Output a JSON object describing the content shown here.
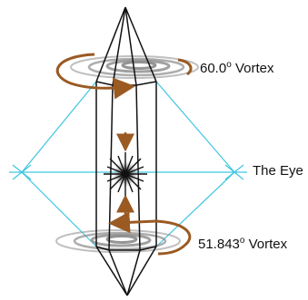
{
  "labels": {
    "top_vortex_angle": "60.0",
    "top_vortex_word": "Vortex",
    "eye": "The Eye",
    "bottom_vortex_angle": "51.843",
    "bottom_vortex_word": "Vortex",
    "degree_symbol": "o"
  },
  "colors": {
    "outline": "#111111",
    "cyan_lines": "#3ec6e0",
    "arrows": "#9a5a22",
    "swirl": "#8a8a8a"
  }
}
